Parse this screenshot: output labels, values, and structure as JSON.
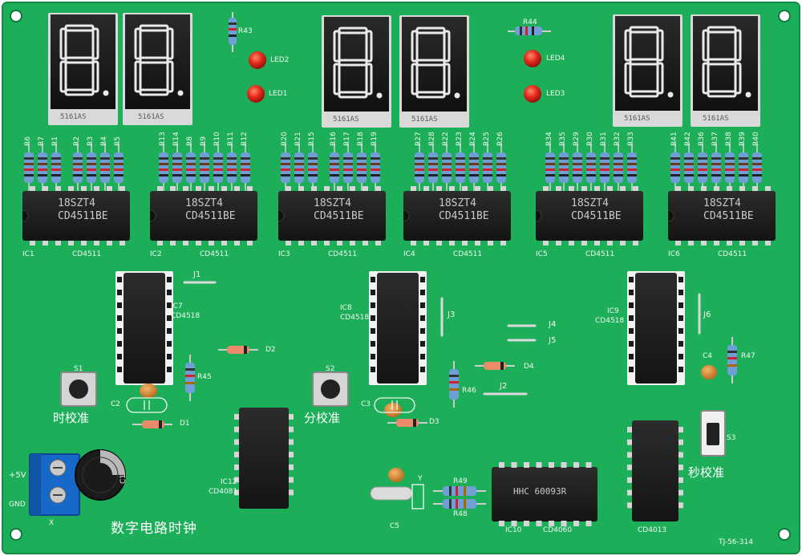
{
  "board": {
    "pcb_color": "#1dae5a",
    "power_label": "+5V",
    "ground_label": "GND",
    "connector_label": "X",
    "title_cn": "数字电路时钟",
    "board_code": "TJ-56-314"
  },
  "displays": [
    {
      "part": "5161AS"
    },
    {
      "part": "5161AS"
    },
    {
      "part": "5161AS"
    },
    {
      "part": "5161AS"
    },
    {
      "part": "5161AS"
    },
    {
      "part": "5161AS"
    }
  ],
  "leds": [
    {
      "label": "LED2"
    },
    {
      "label": "LED1"
    },
    {
      "label": "LED4"
    },
    {
      "label": "LED3"
    }
  ],
  "resistor_groups": [
    {
      "labels": [
        "R6",
        "R7",
        "R1",
        "R2",
        "R3",
        "R4",
        "R5"
      ]
    },
    {
      "labels": [
        "R13",
        "R14",
        "R8",
        "R9",
        "R10",
        "R11",
        "R12"
      ]
    },
    {
      "labels": [
        "R20",
        "R21",
        "R15",
        "R16",
        "R17",
        "R18",
        "R19"
      ]
    },
    {
      "labels": [
        "R27",
        "R28",
        "R22",
        "R23",
        "R24",
        "R25",
        "R26"
      ]
    },
    {
      "labels": [
        "R34",
        "R35",
        "R29",
        "R30",
        "R31",
        "R32",
        "R33"
      ]
    },
    {
      "labels": [
        "R41",
        "R42",
        "R36",
        "R37",
        "R38",
        "R39",
        "R40"
      ]
    }
  ],
  "decoders": [
    {
      "ref": "IC1",
      "part": "CD4511",
      "marking_top": "18SZT4",
      "marking_bottom": "CD4511BE"
    },
    {
      "ref": "IC2",
      "part": "CD4511",
      "marking_top": "18SZT4",
      "marking_bottom": "CD4511BE"
    },
    {
      "ref": "IC3",
      "part": "CD4511",
      "marking_top": "18SZT4",
      "marking_bottom": "CD4511BE"
    },
    {
      "ref": "IC4",
      "part": "CD4511",
      "marking_top": "18SZT4",
      "marking_bottom": "CD4511BE"
    },
    {
      "ref": "IC5",
      "part": "CD4511",
      "marking_top": "18SZT4",
      "marking_bottom": "CD4511BE"
    },
    {
      "ref": "IC6",
      "part": "CD4511",
      "marking_top": "18SZT4",
      "marking_bottom": "CD4511BE"
    }
  ],
  "counters": [
    {
      "ref": "IC7",
      "part": "CD4518"
    },
    {
      "ref": "IC8",
      "part": "CD4518"
    },
    {
      "ref": "IC9",
      "part": "CD4518"
    }
  ],
  "other_ics": {
    "ic10": {
      "ref": "IC10",
      "part": "CD4060",
      "marking": "HHC 60093R"
    },
    "ic11": {
      "part": "CD4013"
    },
    "ic12": {
      "ref": "IC12",
      "part": "CD4081"
    }
  },
  "jumpers": [
    "J1",
    "J2",
    "J3",
    "J4",
    "J5",
    "J6"
  ],
  "buttons": [
    {
      "ref": "S1",
      "label": "时校准"
    },
    {
      "ref": "S2",
      "label": "分校准"
    },
    {
      "ref": "S3",
      "label": "秒校准"
    }
  ],
  "discretes": {
    "r43": "R43",
    "r44": "R44",
    "r45": "R45",
    "r46": "R46",
    "r47": "R47",
    "r48": "R48",
    "r49": "R49",
    "d1": "D1",
    "d2": "D2",
    "d3": "D3",
    "d4": "D4",
    "c1": "C1",
    "c2": "C2",
    "c3": "C3",
    "c4": "C4",
    "c5": "C5",
    "crystal": "Y"
  }
}
